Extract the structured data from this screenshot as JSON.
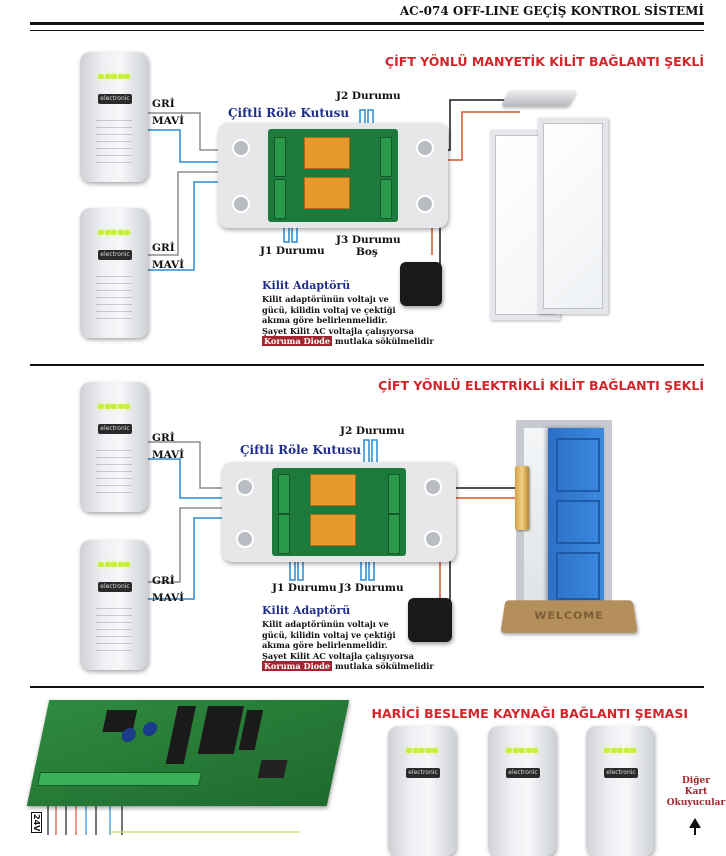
{
  "doc_title": "AC-074 OFF-LINE GEÇİŞ KONTROL SİSTEMİ",
  "reader_logo": "electronic",
  "wire_colors": {
    "gray": "#8a8f96",
    "blue": "#2a8ad0",
    "orange": "#d9542b",
    "black": "#1a1a1a"
  },
  "section1": {
    "title": "ÇİFT YÖNLÜ MANYETİK KİLİT BAĞLANTI ŞEKLİ",
    "reader1": {
      "gri": "GRİ",
      "mavi": "MAVİ"
    },
    "reader2": {
      "gri": "GRİ",
      "mavi": "MAVİ"
    },
    "relay_box": "Çiftli Röle Kutusu",
    "j2": "J2 Durumu",
    "j1": "J1 Durumu",
    "j3": "J3 Durumu",
    "j3_sub": "Boş",
    "adapter_title": "Kilit Adaptörü",
    "adapter_lines": [
      "Kilit adaptörünün voltajı ve",
      "gücü, kilidin voltaj ve çektiği",
      "akıma göre belirlenmelidir.",
      "Şayet Kilit AC voltajla çalışıyorsa"
    ],
    "diode": "Koruma Diode",
    "diode_rest": "mutlaka sökülmelidir"
  },
  "section2": {
    "title": "ÇİFT YÖNLÜ ELEKTRİKLİ KİLİT  BAĞLANTI ŞEKLİ",
    "reader1": {
      "gri": "GRİ",
      "mavi": "MAVİ"
    },
    "reader2": {
      "gri": "GRİ",
      "mavi": "MAVİ"
    },
    "relay_box": "Çiftli Röle Kutusu",
    "j2": "J2 Durumu",
    "j1": "J1 Durumu",
    "j3": "J3 Durumu",
    "adapter_title": "Kilit Adaptörü",
    "adapter_lines": [
      "Kilit adaptörünün voltajı ve",
      "gücü, kilidin voltaj ve çektiği",
      "akıma göre belirlenmelidir.",
      "Şayet Kilit AC voltajla çalışıyorsa"
    ],
    "diode": "Koruma Diode",
    "diode_rest": "mutlaka sökülmelidir",
    "welcome": "WELCOME"
  },
  "section3": {
    "title": "HARİCİ BESLEME KAYNAĞI BAĞLANTI ŞEMASI",
    "other_readers": [
      "Diğer",
      "Kart",
      "Okuyucular"
    ],
    "voltage_label": "24V"
  }
}
